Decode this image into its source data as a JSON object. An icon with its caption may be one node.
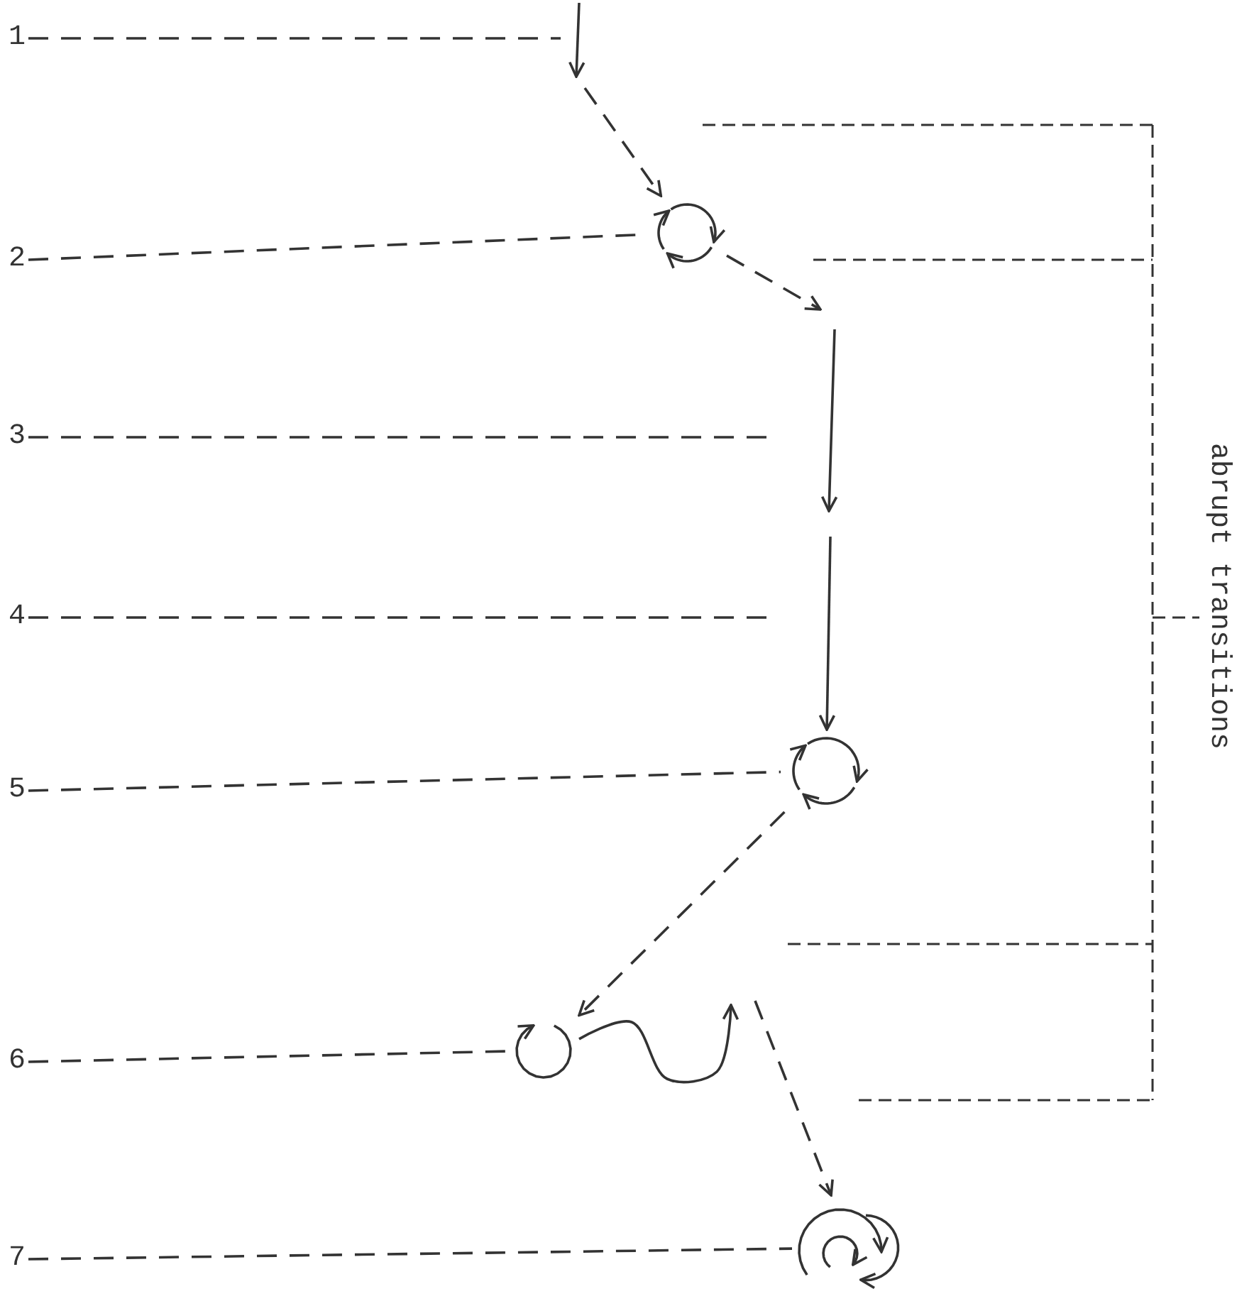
{
  "diagram": {
    "nodes": [
      {
        "text": [
          "1"
        ]
      },
      {
        "text": [
          "2"
        ]
      },
      {
        "text": [
          "3"
        ]
      },
      {
        "text": [
          "4"
        ]
      },
      {
        "text": [
          "5"
        ]
      },
      {
        "text": [
          "6"
        ]
      },
      {
        "text": [
          "7"
        ]
      },
      {
        "text": [],
        "shape": "circle"
      },
      {
        "text": [],
        "shape": "circle"
      },
      {
        "text": [],
        "shape": "circle"
      },
      {
        "text": [],
        "shape": "circle"
      }
    ],
    "edges": [
      {
        "from": 0,
        "to": null,
        "arrow": "none",
        "style": "dashed"
      },
      {
        "from": 1,
        "to": 7,
        "arrow": "none",
        "style": "dashed"
      },
      {
        "from": 2,
        "to": null,
        "arrow": "none",
        "style": "dashed"
      },
      {
        "from": 3,
        "to": null,
        "arrow": "none",
        "style": "dashed"
      },
      {
        "from": 4,
        "to": 8,
        "arrow": "none",
        "style": "dashed"
      },
      {
        "from": 5,
        "to": 9,
        "arrow": "none",
        "style": "dashed"
      },
      {
        "from": 6,
        "to": 10,
        "arrow": "none",
        "style": "dashed"
      },
      {
        "from": null,
        "to": 7,
        "arrow": "to",
        "style": "dashed"
      },
      {
        "from": 7,
        "to": null,
        "arrow": "to",
        "style": "dashed"
      },
      {
        "from": null,
        "to": 8,
        "arrow": "to"
      },
      {
        "from": 8,
        "to": 9,
        "arrow": "to",
        "style": "dashed"
      },
      {
        "from": 9,
        "to": null,
        "arrow": "to"
      },
      {
        "from": null,
        "to": 10,
        "arrow": "to",
        "style": "dashed"
      }
    ],
    "labels": [
      "abrupt transitions"
    ]
  }
}
